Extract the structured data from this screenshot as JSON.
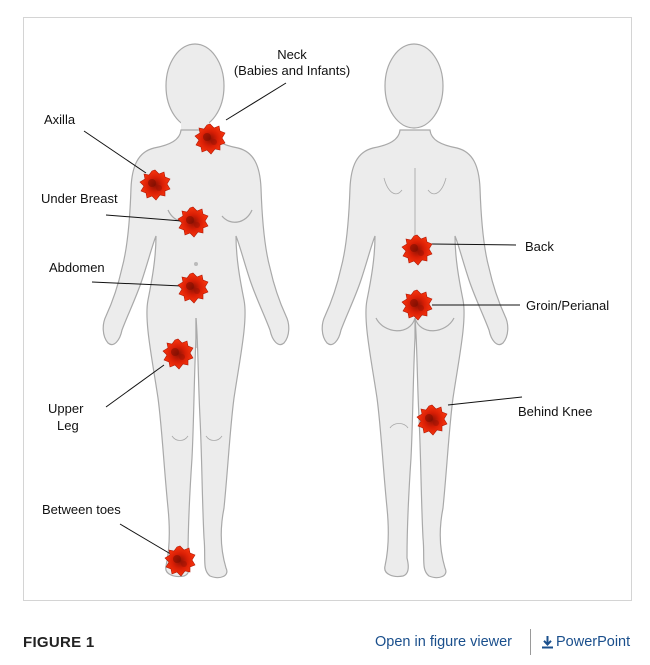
{
  "diagram": {
    "labels": {
      "neck_line1": "Neck",
      "neck_line2": "(Babies and Infants)",
      "axilla": "Axilla",
      "under_breast": "Under Breast",
      "abdomen": "Abdomen",
      "upper_leg_line1": "Upper",
      "upper_leg_line2": "Leg",
      "between_toes": "Between toes",
      "back": "Back",
      "groin_perianal": "Groin/Perianal",
      "behind_knee": "Behind Knee"
    },
    "body_fill": "#ececec",
    "body_stroke": "#a9a9a9",
    "lesion_color": "#d81e05",
    "lesion_dark": "#8c1204"
  },
  "footer": {
    "caption": "FIGURE 1",
    "viewer_link": "Open in figure viewer",
    "powerpoint_link": "PowerPoint",
    "link_color": "#1a4f8c"
  }
}
